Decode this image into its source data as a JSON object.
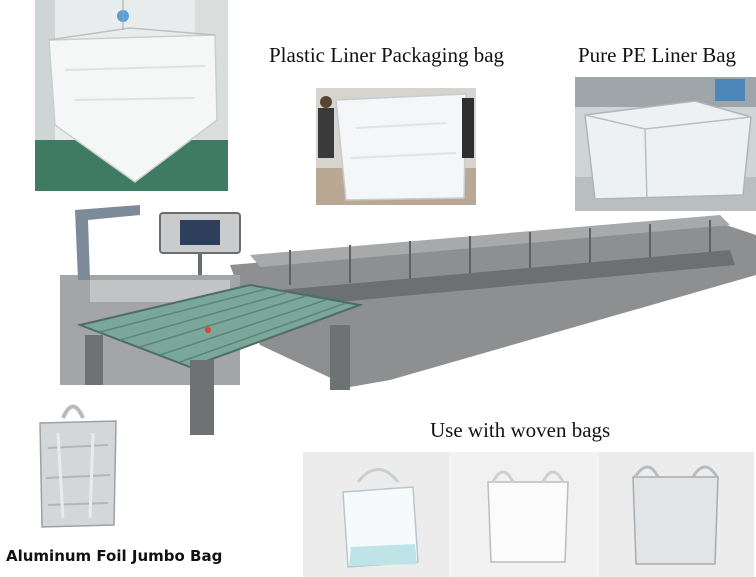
{
  "captions": {
    "plastic_liner": "Plastic Liner Packaging bag",
    "pure_pe_liner": "Pure PE Liner Bag",
    "woven_bags": "Use with woven bags",
    "aluminum_foil": "Aluminum Foil Jumbo Bag"
  },
  "colors": {
    "machine_gray": "#8d8f90",
    "conveyor_green": "#7aa79a",
    "floor_green": "#3f7b63",
    "caption_text": "#111111"
  },
  "icons": {
    "control_panel": "touchscreen-panel-icon"
  }
}
